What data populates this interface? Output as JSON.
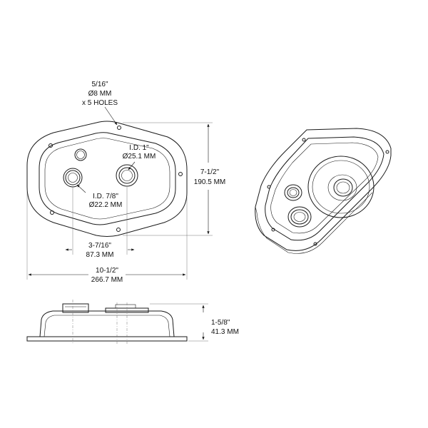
{
  "drawing": {
    "line_color": "#1a1a1a",
    "background": "#ffffff",
    "annotations": {
      "holes": [
        "5/16\"",
        "Ø8 MM",
        "x 5 HOLES"
      ],
      "id_large": [
        "I.D. 1\"",
        "Ø25.1 MM"
      ],
      "id_small": [
        "I.D. 7/8\"",
        "Ø22.2 MM"
      ],
      "spacing": [
        "3-7/16\"",
        "87.3 MM"
      ],
      "width": [
        "10-1/2\"",
        "266.7 MM"
      ],
      "height": [
        "7-1/2\"",
        "190.5 MM"
      ],
      "depth": [
        "1-5/8\"",
        "41.3 MM"
      ]
    }
  }
}
